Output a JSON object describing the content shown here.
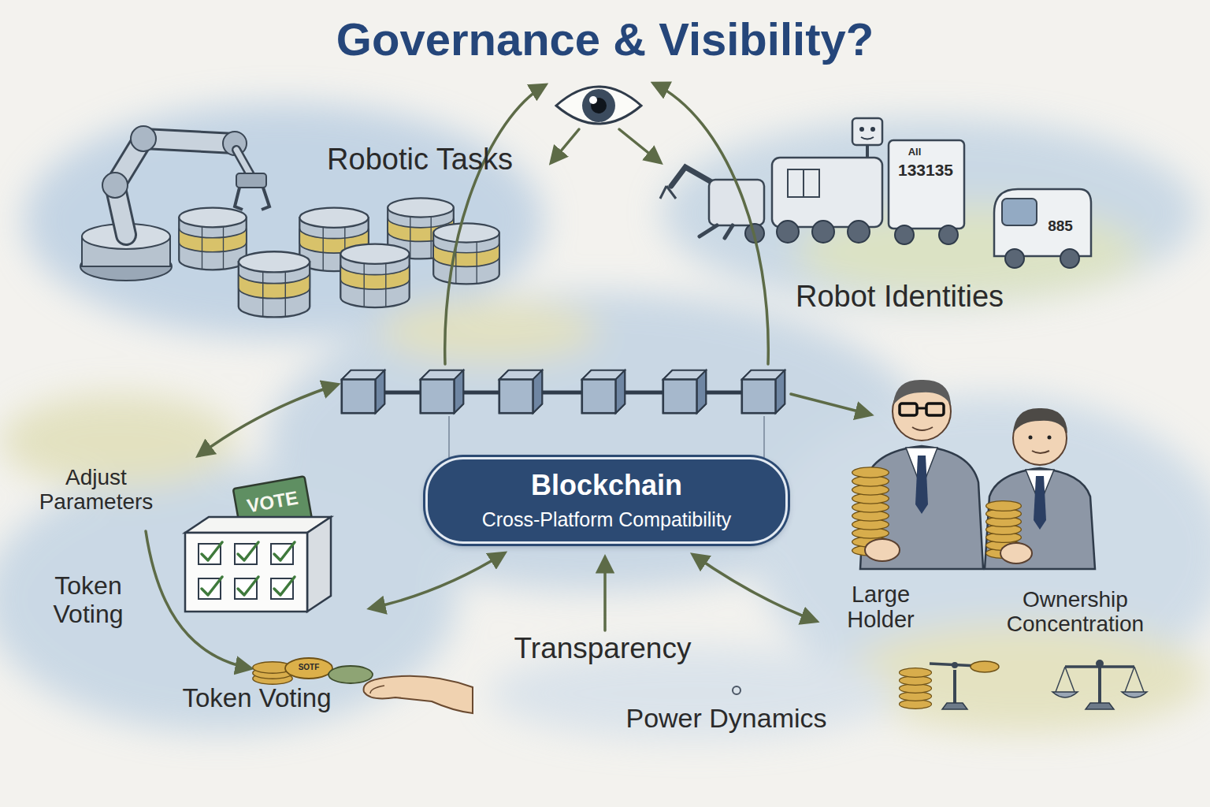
{
  "diagram": {
    "title": "Governance & Visibility?",
    "nodes": [
      {
        "text": [
          "Blockchain",
          "Cross-Platform Compatibility"
        ]
      }
    ],
    "labels": [
      "Robotic Tasks",
      "All",
      "133135",
      "885",
      "Robot Identities",
      "Adjust Parameters",
      "VOTE",
      "Token Voting",
      "Large Holder",
      "Ownership Concentration",
      "Transparency",
      "SOTF",
      "Token Voting",
      "Power Dynamics"
    ]
  }
}
